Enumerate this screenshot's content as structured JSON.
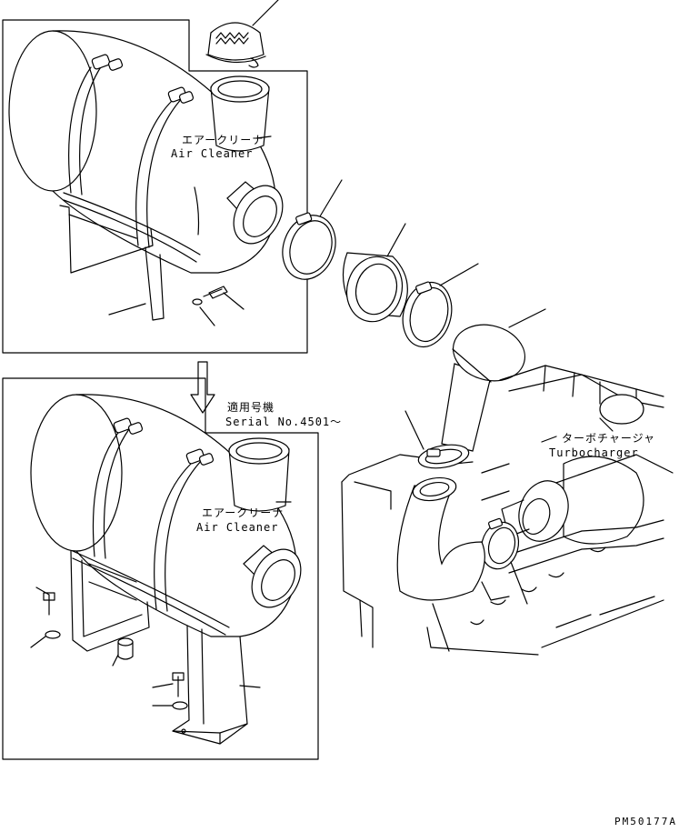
{
  "labels": {
    "air_cleaner_top_jp": "エアークリーナ",
    "air_cleaner_top_en": "Air Cleaner",
    "applicable_serial_jp": "適用号機",
    "applicable_serial_en": "Serial No.4501～",
    "air_cleaner_bottom_jp": "エアークリーナ",
    "air_cleaner_bottom_en": "Air Cleaner",
    "turbocharger_jp": "ターボチャージャ",
    "turbocharger_en": "Turbocharger",
    "drawing_code": "PM50177A"
  }
}
